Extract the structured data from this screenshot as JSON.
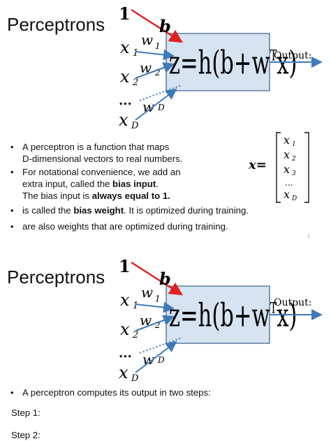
{
  "slides": [
    {
      "title": "Perceptrons",
      "diagram": {
        "bias_input": "1",
        "bias_weight": "b",
        "inputs": [
          "x",
          "x",
          "x"
        ],
        "input_subscripts": [
          "1",
          "2",
          "D"
        ],
        "weights": [
          "w",
          "w",
          "w"
        ],
        "weight_subscripts": [
          "1",
          "2",
          "D"
        ],
        "ellipsis": "...",
        "equation": "z=h(b+w",
        "equation_sup": "T",
        "equation_end": "x)",
        "output_label": "Output:"
      },
      "bullets": [
        {
          "lines": [
            "A perceptron is a function that maps",
            "D-dimensional vectors to real numbers."
          ]
        },
        {
          "lines": [
            "For notational convenience, we add an",
            "extra input, called the ",
            "bias input",
            ".",
            "The bias input is ",
            "always equal to 1."
          ]
        },
        {
          "lines": [
            " is called the ",
            "bias weight",
            ". It is optimized during training."
          ]
        },
        {
          "lines": [
            " are also weights that are optimized during training."
          ]
        }
      ],
      "vector": {
        "lhs": "x=",
        "entries": [
          "x",
          "x",
          "x",
          "...",
          "x"
        ],
        "subscripts": [
          "1",
          "2",
          "3",
          "",
          "D"
        ]
      },
      "page_number": "1"
    },
    {
      "title": "Perceptrons",
      "bullets": [
        {
          "lines": [
            "A perceptron computes its output  in two steps:"
          ]
        }
      ],
      "steps": [
        "Step 1:",
        "Step 2:"
      ]
    }
  ],
  "colors": {
    "box_fill": "#d6e3f1",
    "box_stroke": "#3b5f8a",
    "input_arrow": "#3f79b8",
    "bias_arrow": "#e02020"
  }
}
